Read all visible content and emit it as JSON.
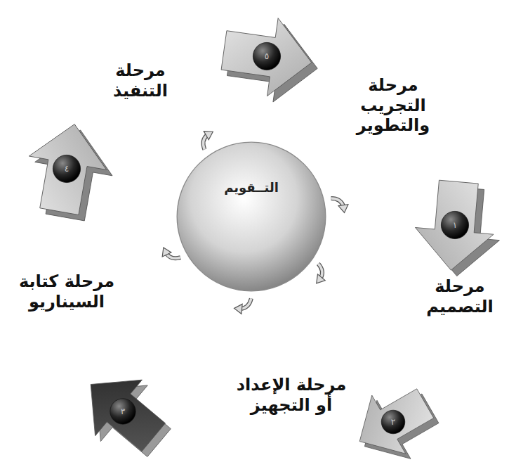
{
  "diagram": {
    "nodes": [
      {
        "text": [
          "التــقويم"
        ]
      },
      {
        "text": [
          "مرحلة التصميم",
          "١"
        ]
      },
      {
        "text": [
          "مرحلة الإعداد أو التجهيز",
          "٢"
        ]
      },
      {
        "text": [
          "مرحلة كتابة السيناريو",
          "٣"
        ]
      },
      {
        "text": [
          "مرحلة التنفيذ",
          "٤"
        ]
      },
      {
        "text": [
          "مرحلة التجريب والتطوير",
          "٥"
        ]
      }
    ]
  }
}
